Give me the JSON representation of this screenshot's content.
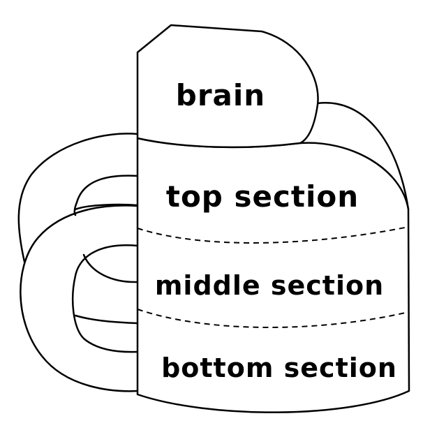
{
  "labels": {
    "brain": "brain",
    "top": "top section",
    "middle": "middle section",
    "bottom": "bottom section"
  },
  "colors": {
    "line": "#000000",
    "background": "#ffffff"
  }
}
